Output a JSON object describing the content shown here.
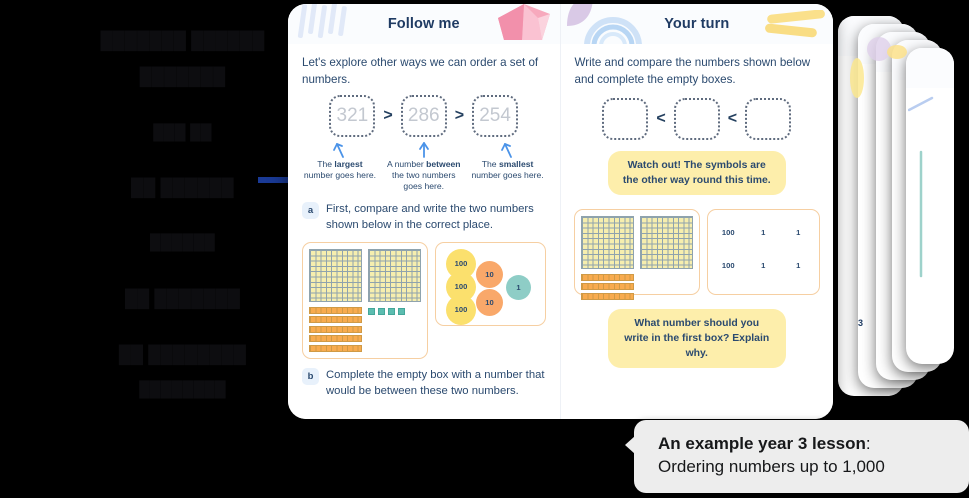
{
  "redacted_column": {
    "lines": [
      "███████ ██████",
      "███████",
      "███ ██",
      "██ ██████",
      "██████",
      "██ ███████",
      "██ ████████",
      "████████"
    ]
  },
  "pointer": {
    "icon": "right-arrow-icon",
    "color": "#1a3a96"
  },
  "lesson_card": {
    "left_panel": {
      "title": "Follow me",
      "decorations": [
        "blue-bars-icon",
        "pink-gem-icon"
      ],
      "intro": "Let's explore other ways we can order a set of numbers.",
      "sequence": {
        "values": [
          "321",
          "286",
          "254"
        ],
        "symbols": [
          ">",
          ">"
        ]
      },
      "captions": [
        {
          "prefix": "The ",
          "bold": "largest",
          "suffix": " number goes here."
        },
        {
          "prefix": "A number ",
          "bold": "between",
          "suffix": " the two numbers goes here."
        },
        {
          "prefix": "The ",
          "bold": "smallest",
          "suffix": " number goes here."
        }
      ],
      "task_a": {
        "badge": "a",
        "text": "First, compare and write the two numbers shown below in the correct place."
      },
      "task_b": {
        "badge": "b",
        "text": "Complete the empty box with a number that would be between these two numbers."
      },
      "manipulatives": {
        "blocks": {
          "hundreds": 2,
          "tens": 5,
          "ones": 4,
          "represents": 254
        },
        "counters": {
          "items": [
            {
              "label": "100",
              "kind": "hundred"
            },
            {
              "label": "100",
              "kind": "hundred"
            },
            {
              "label": "100",
              "kind": "hundred"
            },
            {
              "label": "10",
              "kind": "ten"
            },
            {
              "label": "10",
              "kind": "ten"
            },
            {
              "label": "1",
              "kind": "one"
            }
          ],
          "represents": 321
        }
      }
    },
    "right_panel": {
      "title": "Your turn",
      "decorations": [
        "purple-leaf-icon",
        "blue-rainbow-icon",
        "yellow-sticks-icon"
      ],
      "intro": "Write and compare the numbers shown below and complete the empty boxes.",
      "sequence": {
        "values": [
          "",
          "",
          ""
        ],
        "symbols": [
          "<",
          "<"
        ]
      },
      "bubble_top": "Watch out! The symbols are the other way round this time.",
      "bubble_bottom": "What number should you write in the first box? Explain why.",
      "manipulatives": {
        "blocks": {
          "hundreds": 2,
          "tens": 3,
          "ones": 0,
          "represents": 230
        },
        "counters": {
          "items": [
            {
              "label": "100",
              "kind": "hundred"
            },
            {
              "label": "1",
              "kind": "one"
            },
            {
              "label": "1",
              "kind": "one"
            },
            {
              "label": "100",
              "kind": "hundred"
            },
            {
              "label": "1",
              "kind": "one"
            },
            {
              "label": "1",
              "kind": "one"
            }
          ],
          "represents": 204
        }
      }
    }
  },
  "deck": {
    "card_count": 5,
    "fragment_label": "3"
  },
  "caption_banner": {
    "line1_strong": "An example year 3 lesson",
    "line1_tail": ":",
    "line2": "Ordering numbers up to 1,000"
  },
  "colors": {
    "accent_blue": "#1a3a96",
    "title_navy": "#1f3b63",
    "yellow_bubble": "#fdeeab",
    "hundred": "#fbe06d",
    "ten": "#f9a86a",
    "one": "#8ecdc6",
    "block_orange": "#f8ab4e",
    "block_yellow": "#f6eeae"
  }
}
